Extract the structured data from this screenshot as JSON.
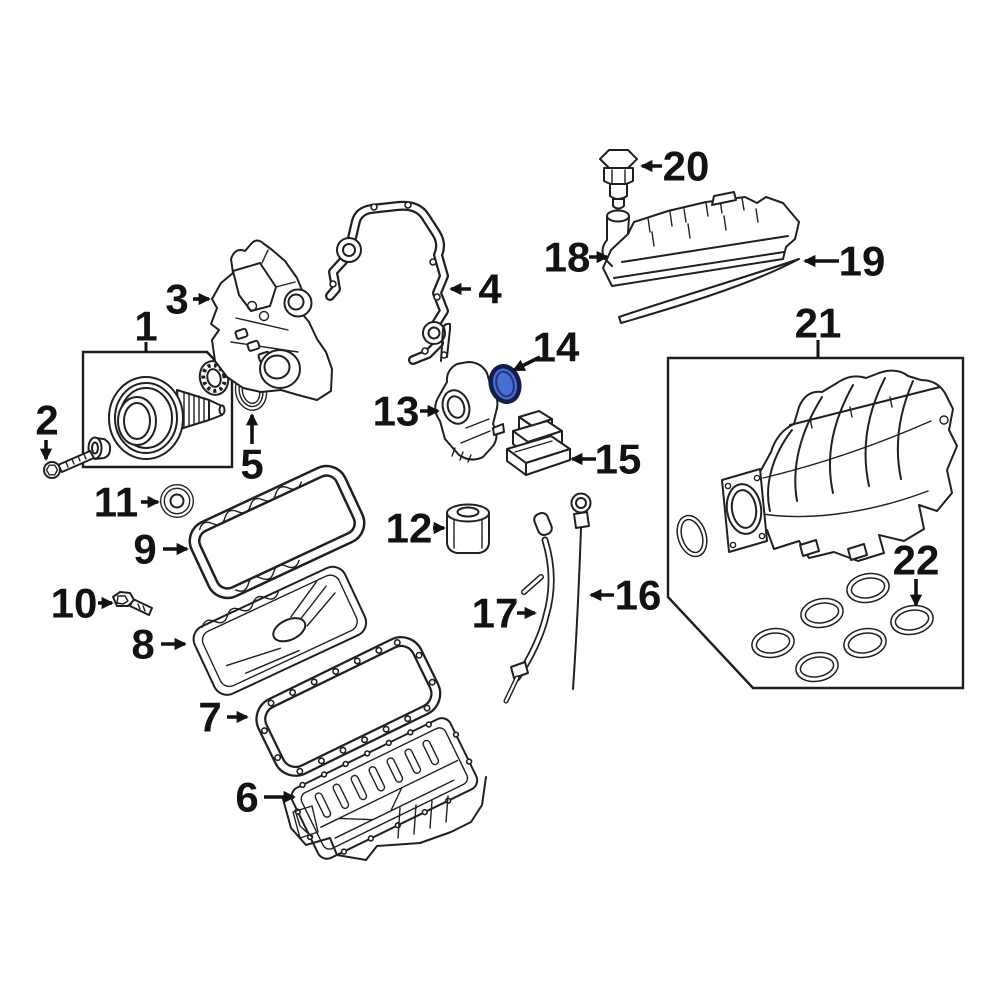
{
  "diagram": {
    "type": "exploded-engine-parts-diagram",
    "background": "#ffffff",
    "line_color": "#231f20",
    "callout_color": "#121212",
    "highlight": {
      "part_number": "14",
      "fill": "#4a6fd4",
      "stroke": "#141d4a",
      "inner_stroke": "#203573"
    },
    "callouts": [
      {
        "number": "1"
      },
      {
        "number": "2"
      },
      {
        "number": "3"
      },
      {
        "number": "4"
      },
      {
        "number": "5"
      },
      {
        "number": "6"
      },
      {
        "number": "7"
      },
      {
        "number": "8"
      },
      {
        "number": "9"
      },
      {
        "number": "10"
      },
      {
        "number": "11"
      },
      {
        "number": "12"
      },
      {
        "number": "13"
      },
      {
        "number": "14"
      },
      {
        "number": "15"
      },
      {
        "number": "16"
      },
      {
        "number": "17"
      },
      {
        "number": "18"
      },
      {
        "number": "19"
      },
      {
        "number": "20"
      },
      {
        "number": "21"
      },
      {
        "number": "22"
      }
    ]
  }
}
